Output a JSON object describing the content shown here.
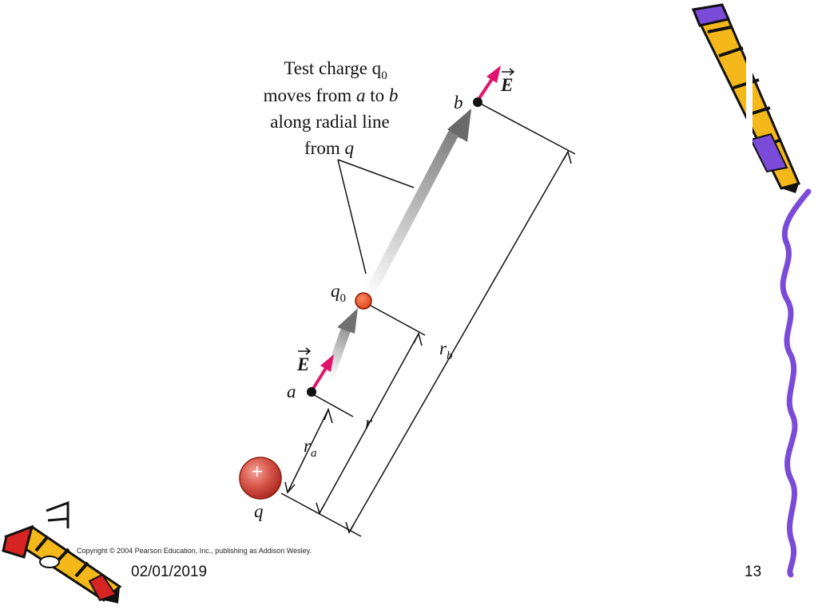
{
  "slide": {
    "footer_date": "02/01/2019",
    "page_number": "13",
    "copyright": "Copyright © 2004 Pearson Education, Inc., publishing as Addison Wesley."
  },
  "diagram": {
    "callout": {
      "line1": "Test charge q",
      "line1_sub": "0",
      "line2_pre": "moves from ",
      "line2_a": "a",
      "line2_mid": " to ",
      "line2_b": "b",
      "line3": "along radial line",
      "line4_pre": "from ",
      "line4_q": "q"
    },
    "labels": {
      "field_vector": "E",
      "point_a": "a",
      "point_b": "b",
      "test_charge": "q",
      "test_charge_sub": "0",
      "source_charge": "q",
      "source_sign": "+",
      "distance_r": "r",
      "distance_ra": "r",
      "distance_ra_sub": "a",
      "distance_rb": "r",
      "distance_rb_sub": "b"
    },
    "colors": {
      "field_arrow": "#e0136d",
      "test_charge_fill": "#e84a1f",
      "source_charge_fill": "#c0392b",
      "decor_purple": "#7a4bd9",
      "decor_yellow": "#f5b81a"
    },
    "icons": [
      "pencil-icon-top-right",
      "pencil-icon-bottom-left",
      "wavy-border"
    ]
  }
}
